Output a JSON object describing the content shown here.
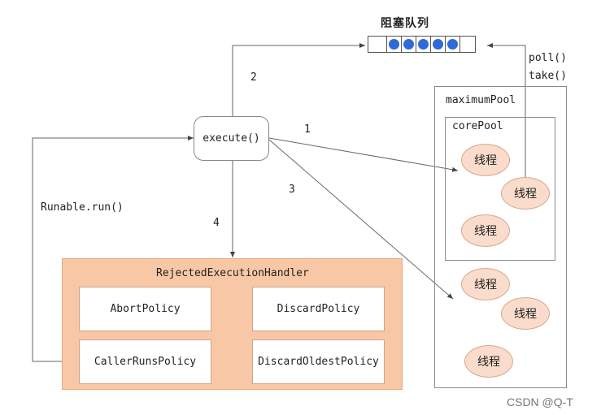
{
  "queue": {
    "title": "阻塞队列",
    "items": 5
  },
  "executor": {
    "label": "execute()"
  },
  "steps": {
    "s1": "1",
    "s2": "2",
    "s3": "3",
    "s4": "4"
  },
  "labels": {
    "runnable": "Runable.run()",
    "poll": "poll()",
    "take": "take()"
  },
  "pools": {
    "maximum": "maximumPool",
    "core": "corePool"
  },
  "threads": {
    "label": "线程"
  },
  "handler": {
    "title": "RejectedExecutionHandler",
    "policies": [
      "AbortPolicy",
      "DiscardPolicy",
      "CallerRunsPolicy",
      "DiscardOldestPolicy"
    ]
  },
  "watermark": "CSDN @Q-T",
  "colors": {
    "handler": "#f8c8a6",
    "thread": "#f9dccb",
    "queue_dot": "#2f6bd8"
  }
}
